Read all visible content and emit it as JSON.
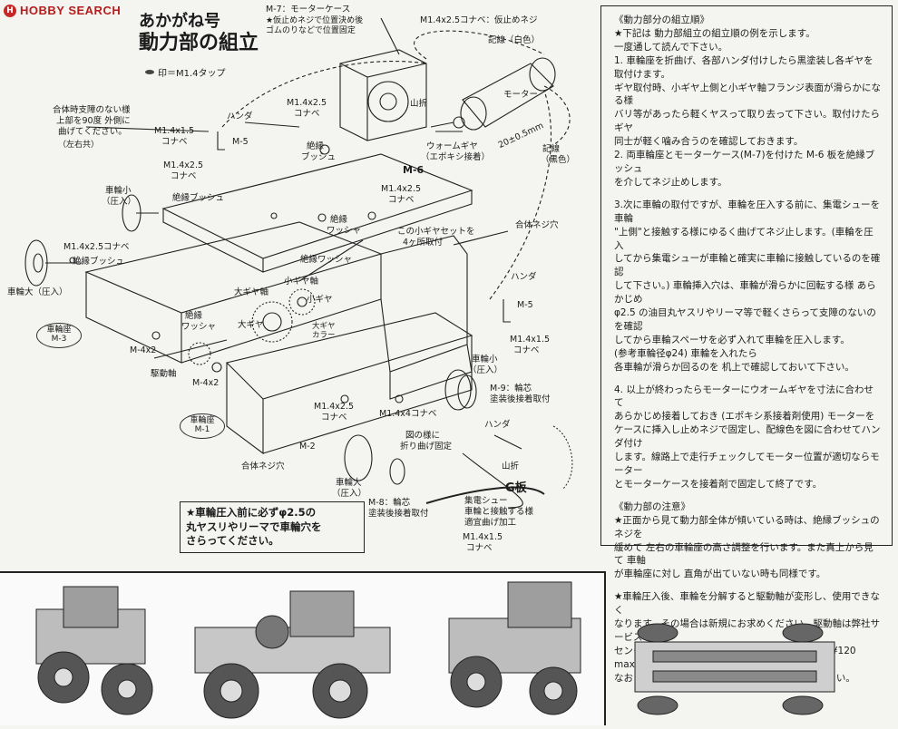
{
  "watermark": {
    "brand": "HOBBY SEARCH",
    "logo_letter": "H"
  },
  "title": {
    "line1": "あかがね号",
    "line2": "動力部の組立"
  },
  "legend": {
    "text": "印＝M1.4タップ"
  },
  "diagram_labels": {
    "m7": "M-7：モーターケース",
    "m7_note1": "★仮止めネジで位置決め後",
    "m7_note2": "ゴムのりなどで位置固定",
    "screw_m14x25_top": "M1.4x2.5コナベ：仮止めネジ",
    "lead_white": "記線（白色）",
    "motor": "モーター",
    "lead_black_1": "記線",
    "lead_black_2": "（黒色）",
    "dimension": "20±0.5mm",
    "worm_1": "ウォームギヤ",
    "worm_2": "（エポキシ接着）",
    "yama": "山折",
    "bend_note_1": "合体時支障のない様",
    "bend_note_2": "上部を90度 外側に",
    "bend_note_3": "曲げてください。",
    "bend_note_4": "（左右共）",
    "handa_1": "ハンダ",
    "m5_a": "M-5",
    "m14x15_a_1": "M1.4x1.5",
    "m14x15_a_2": "コナベ",
    "m14x25_a_1": "M1.4x2.5",
    "m14x25_a_2": "コナベ",
    "m14x25_b_1": "M1.4x2.5",
    "m14x25_b_2": "コナベ",
    "bush_insul_1": "絶縁",
    "bush_insul_2": "ブッシュ",
    "m6": "M-6",
    "m14x25_c_1": "M1.4x2.5",
    "m14x25_c_2": "コナベ",
    "wheel_small_1": "車輪小",
    "wheel_small_2": "（圧入）",
    "bush_insul_3": "絶縁ブッシュ",
    "washer_insul_1": "絶縁",
    "washer_insul_2": "ワッシャ",
    "washer_insul_3": "絶縁ワッシャ",
    "gearset_1": "この小ギヤセットを",
    "gearset_2": "4ヶ所取付",
    "body_screw_hole_a": "合体ネジ穴",
    "m14x25_d": "M1.4x2.5コナベ",
    "bush_insul_4": "絶縁ブッシュ",
    "wheel_big_a": "車輪大（圧入）",
    "small_gear_shaft": "小ギヤ軸",
    "big_gear_shaft": "大ギヤ軸",
    "small_gear": "小ギヤ",
    "big_gear": "大ギヤ",
    "big_gear_collar_1": "大ギヤ",
    "big_gear_collar_2": "カラー",
    "washer_insul_4": "絶縁",
    "washer_insul_5": "ワッシャ",
    "wheel_seat_m3_1": "車輪座",
    "wheel_seat_m3_2": "M-3",
    "m4x2_a": "M-4x2",
    "drive_shaft": "駆動軸",
    "m4x2_b": "M-4x2",
    "handa_2": "ハンダ",
    "m5_b": "M-5",
    "m14x15_b_1": "M1.4x1.5",
    "m14x15_b_2": "コナベ",
    "wheel_small_b_1": "車輪小",
    "wheel_small_b_2": "（圧入）",
    "m9_1": "M-9：輪芯",
    "m9_2": "塗装後接着取付",
    "wheel_seat_m1_1": "車輪座",
    "wheel_seat_m1_2": "M-1",
    "m14x25_e_1": "M1.4x2.5",
    "m14x25_e_2": "コナベ",
    "m14x4": "M1.4x4コナベ",
    "bend_fig_1": "図の様に",
    "bend_fig_2": "折り曲げ固定",
    "handa_3": "ハンダ",
    "m2": "M-2",
    "body_screw_hole_b": "合体ネジ穴",
    "wheel_big_b_1": "車輪大",
    "wheel_big_b_2": "（圧入）",
    "m8_1": "M-8：輪芯",
    "m8_2": "塗装後接着取付",
    "yama_2": "山折",
    "g_plate": "G板",
    "collector_1": "集電シュー",
    "collector_2": "車輪と接触する様",
    "collector_3": "適宜曲げ加工",
    "m14x15_c_1": "M1.4x1.5",
    "m14x15_c_2": "コナベ"
  },
  "note_box": "★車輪圧入前に必ずφ2.5の\n丸ヤスリやリーマで車輪穴を\nさらってください。",
  "instructions": {
    "heading1": "《動力部分の組立順》",
    "p1": "★下記は 動力部組立の組立順の例を示します。\n一度通して読んで下さい。",
    "p2": "1. 車輪座を折曲げ、各部ハンダ付けしたら黒塗装し各ギヤを\n取付けます。\nギヤ取付時、小ギヤ上側と小ギヤ軸フランジ表面が滑らかになる様\nバリ等があったら軽くヤスって取り去って下さい。取付けたらギヤ\n同士が軽く噛み合うのを確認しておきます。",
    "p3": "2. 両車輪座とモーターケース(M-7)を付けた M-6 板を絶縁ブッシュ\nを介してネジ止めします。",
    "p4": "3.次に車輪の取付ですが、車輪を圧入する前に、集電シューを車輪\n\"上側\"と接触する様にゆるく曲げてネジ止します。(車輪を圧入\nしてから集電シューが車輪と確実に車輪に接触しているのを確認\nして下さい。) 車輪挿入穴は、車輪が滑らかに回転する様 あらかじめ\nφ2.5 の油目丸ヤスリやリーマ等で軽くさらって支障のないのを確認\nしてから車輪スペーサを必ず入れて車輪を圧入します。\n(参考車輪径φ24) 車輪を入れたら\n各車輪が滑らか回るのを 机上で確認しておいて下さい。",
    "p5": "4. 以上が終わったらモーターにウオームギヤを寸法に合わせて\nあらかじめ接着しておき (エポキシ系接着剤使用) モーターを\nケースに挿入し止めネジで固定し、配線色を図に合わせてハンダ付け\nします。線路上で走行チェックしてモーター位置が適切ならモーター\nとモーターケースを接着剤で固定して終了です。",
    "heading2": "《動力部の注意》",
    "p6": "★正面から見て動力部全体が傾いている時は、絶縁ブッシュのネジを\n緩めて 左右の車輪座の高さ調整を行います。また真上から見て 車軸\nが車輪座に対し 直角が出ていない時も同様です。",
    "p7": "★車輪圧入後、車輪を分解すると駆動軸が変形し、使用できなく\nなります。その場合は新規にお求めください。駆動軸は弊社サービス\nセンター宛ご注文ください。(1 軸¥100 税込, 送料¥120\nmax. 10 軸。合計¥1000 まで。小額の手代用可)\nなお ご注文の際は必ず詳細な機種名をお手代せ下さい。"
  },
  "colors": {
    "ink": "#1b1b1b",
    "paper": "#f4f4f1",
    "watermark": "#b71c1c"
  }
}
